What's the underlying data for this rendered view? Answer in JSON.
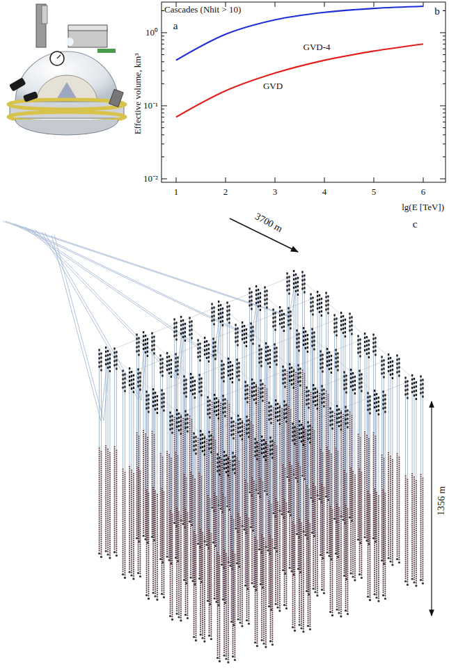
{
  "diagram": {
    "labels": [
      "a",
      "Cascades (Nhit > 10)",
      "b",
      "10⁰",
      "10⁻¹",
      "10⁻²",
      "Effective volume, km³",
      "GVD-4",
      "GVD",
      "1",
      "2",
      "3",
      "4",
      "5",
      "6",
      "lg(E [TeV])",
      "3700 m",
      "c",
      "1356 m"
    ]
  }
}
